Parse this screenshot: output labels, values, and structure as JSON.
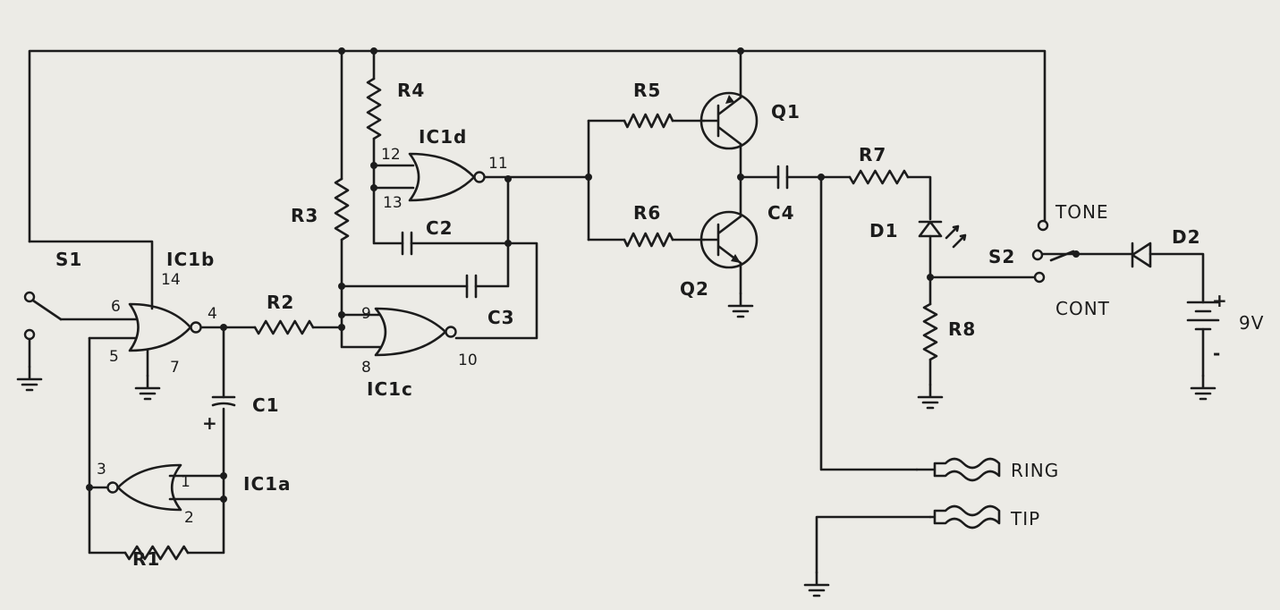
{
  "diagram": {
    "resistors": {
      "R1": "R1",
      "R2": "R2",
      "R3": "R3",
      "R4": "R4",
      "R5": "R5",
      "R6": "R6",
      "R7": "R7",
      "R8": "R8"
    },
    "capacitors": {
      "C1": "C1",
      "C2": "C2",
      "C3": "C3",
      "C4": "C4"
    },
    "gates": {
      "IC1a": "IC1a",
      "IC1b": "IC1b",
      "IC1c": "IC1c",
      "IC1d": "IC1d"
    },
    "transistors": {
      "Q1": "Q1",
      "Q2": "Q2"
    },
    "diodes": {
      "D1": "D1",
      "D2": "D2"
    },
    "switches": {
      "S1": "S1",
      "S2": "S2"
    },
    "switch_positions": {
      "tone": "TONE",
      "cont": "CONT"
    },
    "leads": {
      "ring": "RING",
      "tip": "TIP"
    },
    "battery": {
      "voltage": "9V",
      "plus": "+",
      "minus": "-"
    },
    "c1_polarity": "+",
    "pins": {
      "p1": "1",
      "p2": "2",
      "p3": "3",
      "p4": "4",
      "p5": "5",
      "p6": "6",
      "p7": "7",
      "p8": "8",
      "p9": "9",
      "p10": "10",
      "p11": "11",
      "p12": "12",
      "p13": "13",
      "p14": "14"
    }
  }
}
